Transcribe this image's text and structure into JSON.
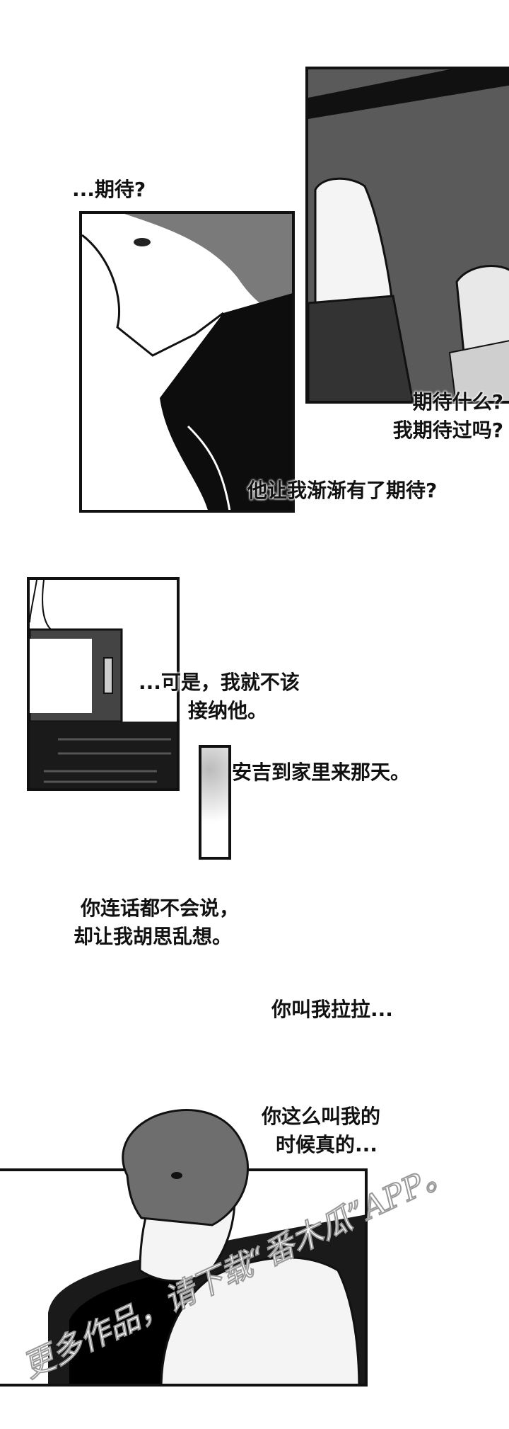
{
  "page": {
    "panels": [
      {
        "id": "profile-face",
        "description": "man in profile, looking left"
      },
      {
        "id": "feet",
        "description": "close-up of feet and sneakers in a car"
      },
      {
        "id": "car-dashboard",
        "description": "car dashboard with screen and vents"
      },
      {
        "id": "screentone-strip",
        "description": "narrow screentone strip"
      },
      {
        "id": "man-in-car",
        "description": "man seated in car seat"
      }
    ],
    "captions": [
      {
        "id": "caption-1",
        "lines": [
          "...期待?"
        ]
      },
      {
        "id": "caption-2",
        "lines": [
          "期待什么?",
          "我期待过吗?"
        ]
      },
      {
        "id": "caption-3",
        "lines": [
          "他让我渐渐有了期待?"
        ]
      },
      {
        "id": "caption-4",
        "lines": [
          "...可是，我就不该",
          "接纳他。"
        ]
      },
      {
        "id": "caption-5",
        "lines": [
          "安吉到家里来那天。"
        ]
      },
      {
        "id": "caption-6",
        "lines": [
          "你连话都不会说，",
          "却让我胡思乱想。"
        ]
      },
      {
        "id": "caption-7",
        "lines": [
          "你叫我拉拉..."
        ]
      },
      {
        "id": "caption-8",
        "lines": [
          "你这么叫我的",
          "时候真的..."
        ]
      }
    ],
    "watermark": "更多作品，请下载“番木瓜”APP。"
  }
}
